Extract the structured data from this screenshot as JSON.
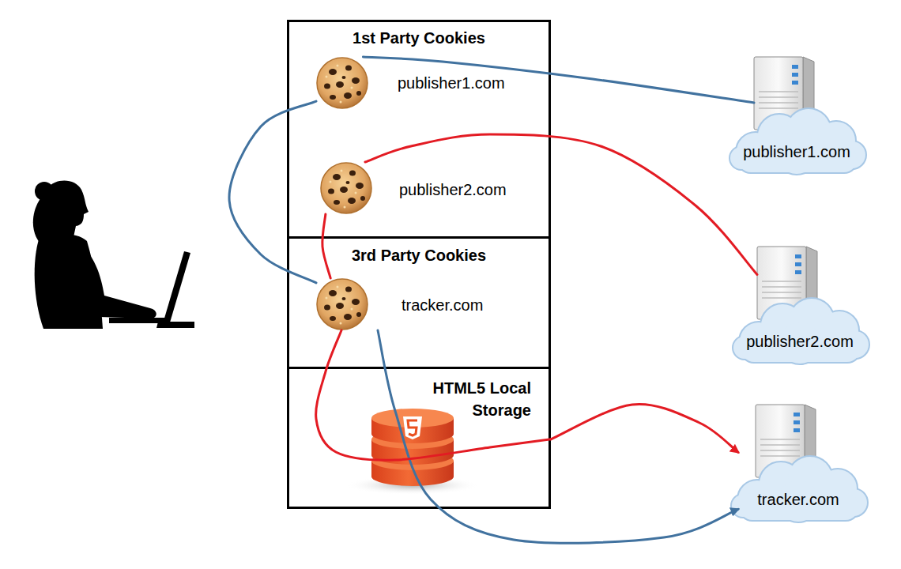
{
  "diagram": {
    "nodes": [
      {
        "text": [
          "1st Party Cookies"
        ]
      },
      {
        "text": [
          "publisher1.com"
        ],
        "in": 0
      },
      {
        "text": [
          "publisher2.com"
        ],
        "in": 0
      },
      {
        "text": [
          "3rd Party Cookies"
        ]
      },
      {
        "text": [
          "tracker.com"
        ],
        "in": 3
      },
      {
        "text": [
          "HTML5 Local Storage"
        ]
      },
      {
        "text": [
          "publisher1.com"
        ]
      },
      {
        "text": [
          "publisher2.com"
        ]
      },
      {
        "text": [
          "tracker.com"
        ]
      }
    ],
    "edges": [
      {
        "from": 6,
        "to": 1,
        "arrow": "none"
      },
      {
        "from": 1,
        "to": 4,
        "arrow": "none"
      },
      {
        "from": 4,
        "to": 8,
        "arrow": "to"
      },
      {
        "from": 7,
        "to": 2,
        "arrow": "none"
      },
      {
        "from": 2,
        "to": 4,
        "arrow": "none"
      },
      {
        "from": 4,
        "to": 5,
        "arrow": "none"
      },
      {
        "from": 5,
        "to": 8,
        "arrow": "to"
      }
    ]
  }
}
